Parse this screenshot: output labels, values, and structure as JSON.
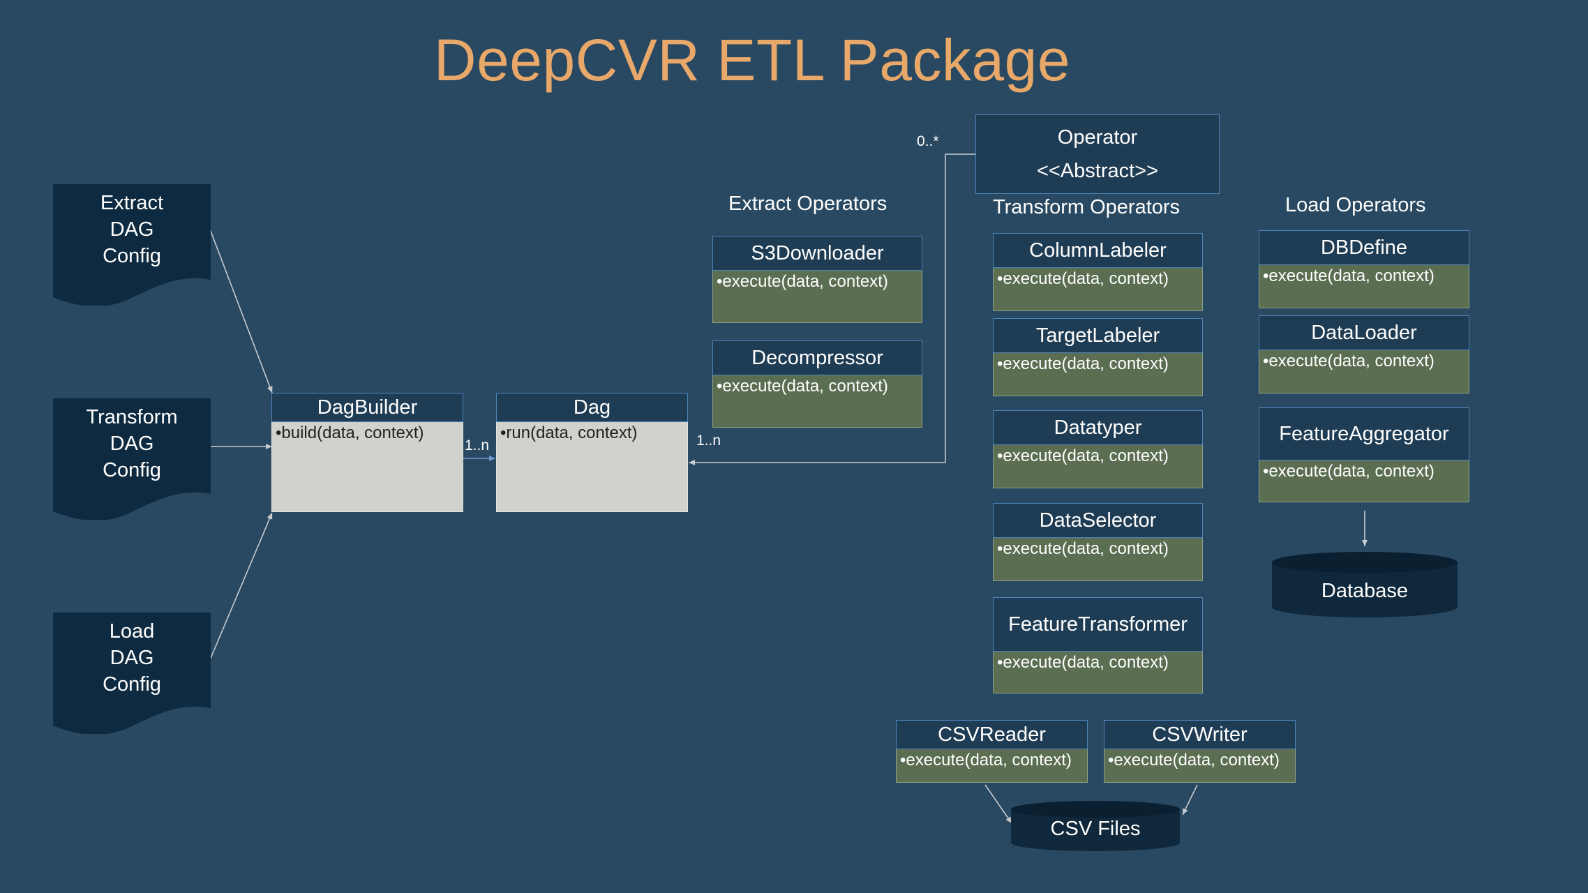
{
  "title": "DeepCVR ETL Package",
  "colors": {
    "background": "#294861",
    "title": "#E8A86A",
    "class_header": "#1F3C55",
    "method_body": "#5B6E52",
    "core_body": "#D0D2CB",
    "document": "#0E2A40",
    "connector": "#C8CCD0"
  },
  "configs": [
    {
      "lines": [
        "Extract",
        "DAG",
        "Config"
      ]
    },
    {
      "lines": [
        "Transform",
        "DAG",
        "Config"
      ]
    },
    {
      "lines": [
        "Load",
        "DAG",
        "Config"
      ]
    }
  ],
  "core": {
    "dag_builder": {
      "name": "DagBuilder",
      "method": "•build(data, context)"
    },
    "dag": {
      "name": "Dag",
      "method": "•run(data, context)"
    }
  },
  "multiplicities": {
    "builder_to_dag": "1..n",
    "dag_to_operator": "1..n",
    "operator_side": "0..*"
  },
  "operator": {
    "name": "Operator",
    "stereotype": "<<Abstract>>"
  },
  "groups": {
    "extract": {
      "label": "Extract Operators",
      "classes": [
        {
          "name": "S3Downloader",
          "method": "•execute(data, context)"
        },
        {
          "name": "Decompressor",
          "method": "•execute(data, context)"
        }
      ]
    },
    "transform": {
      "label": "Transform Operators",
      "classes": [
        {
          "name": "ColumnLabeler",
          "method": "•execute(data, context)"
        },
        {
          "name": "TargetLabeler",
          "method": "•execute(data, context)"
        },
        {
          "name": "Datatyper",
          "method": "•execute(data, context)"
        },
        {
          "name": "DataSelector",
          "method": "•execute(data, context)"
        },
        {
          "name": "FeatureTransformer",
          "method": "•execute(data, context)"
        }
      ]
    },
    "load": {
      "label": "Load Operators",
      "classes": [
        {
          "name": "DBDefine",
          "method": "•execute(data, context)"
        },
        {
          "name": "DataLoader",
          "method": "•execute(data, context)"
        },
        {
          "name": "FeatureAggregator",
          "method": "•execute(data, context)"
        }
      ]
    },
    "io": {
      "classes": [
        {
          "name": "CSVReader",
          "method": "•execute(data, context)"
        },
        {
          "name": "CSVWriter",
          "method": "•execute(data, context)"
        }
      ]
    }
  },
  "stores": {
    "database": "Database",
    "csv_files": "CSV Files"
  }
}
